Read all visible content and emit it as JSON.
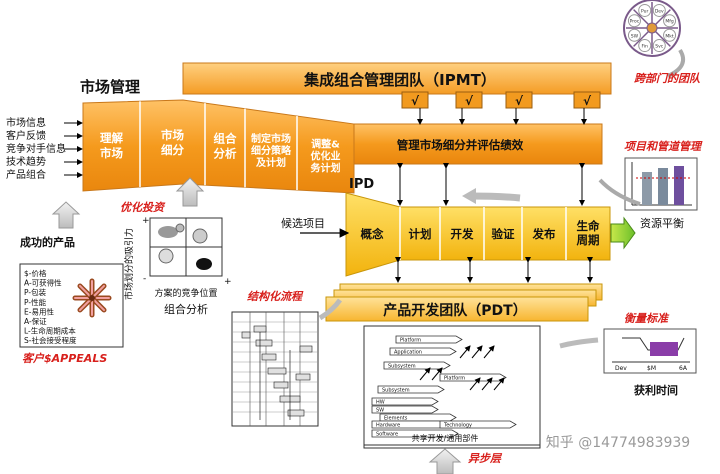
{
  "ipmt": {
    "title": "集成组合管理团队（IPMT）",
    "checks": [
      "√",
      "√",
      "√",
      "√"
    ]
  },
  "market": {
    "title": "市场管理",
    "inputs": [
      "市场信息",
      "客户反馈",
      "竞争对手信息",
      "技术趋势",
      "产品组合"
    ],
    "steps": [
      [
        "理解",
        "市场"
      ],
      [
        "市场",
        "细分"
      ],
      [
        "组合",
        "分析"
      ],
      [
        "制定市场",
        "细分策略",
        "及计划"
      ],
      [
        "调整&",
        "优化业",
        "务计划"
      ]
    ],
    "manage": "管理市场细分并评估绩效"
  },
  "labels": {
    "cross_dept": "跨部门的团队",
    "project_pipeline": "项目和管道管理",
    "resource_balance": "资源平衡",
    "optimize_invest": "优化投资",
    "success_product": "成功的产品",
    "customer_appeals": "客户$APPEALS",
    "structured_process": "结构化流程",
    "measure": "衡量标准",
    "profit_time": "获利时间",
    "async": "异步层",
    "candidate": "候选项目",
    "watermark": "知乎 @14774983939"
  },
  "appeals": [
    "$-价格",
    "A-可获得性",
    "P-包装",
    "P-性能",
    "E-易用性",
    "A-保证",
    "L-生命周期成本",
    "S-社会接受程度"
  ],
  "portfolio": {
    "y_axis": "市场划分的吸引力",
    "x_axis": "方案的竞争位置",
    "caption": "组合分析"
  },
  "ipd": {
    "title": "IPD",
    "phases": [
      "概念",
      "计划",
      "开发",
      "验证",
      "发布"
    ],
    "lifecycle": [
      "生命",
      "周期"
    ]
  },
  "pdt": {
    "title": "产品开发团队（PDT）"
  },
  "wheel": [
    "Dev",
    "Mfg",
    "Mkt",
    "Svc",
    "Fin",
    "SW",
    "Proc",
    "Pur"
  ],
  "tech": {
    "layers": [
      "Platform",
      "Application",
      "Subsystem",
      "Platform",
      "Subsystem",
      "HW",
      "SW",
      "Elements",
      "Hardware",
      "Technology",
      "Software"
    ],
    "bottom": "共享开发/通用部件"
  },
  "measure_chart": {
    "labels": [
      "Dev",
      "$M",
      "6A"
    ]
  },
  "colors": {
    "orange": "#f59a1d",
    "orange_light": "#ffb84d",
    "ipd_yellow": "#f7c318",
    "red_label": "#d8201c"
  }
}
